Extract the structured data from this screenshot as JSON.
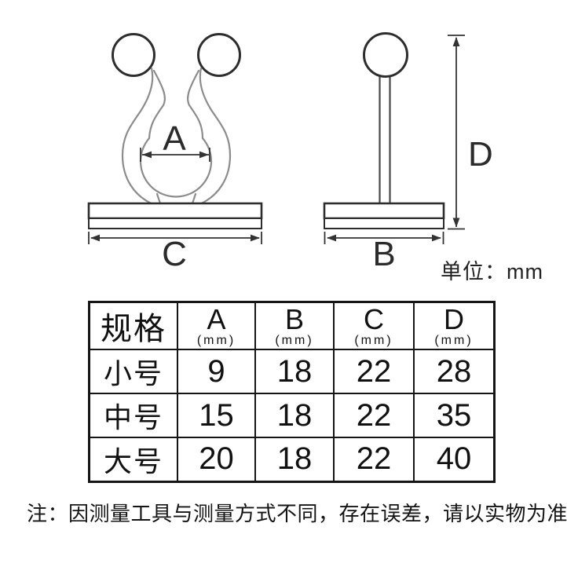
{
  "unit_label": "单位：mm",
  "note": "注：因测量工具与测量方式不同，存在误差，请以实物为准",
  "dims": {
    "A": "A",
    "B": "B",
    "C": "C",
    "D": "D"
  },
  "colors": {
    "ink": "#2d2d2d",
    "clip_line": "#8c8c8c",
    "dim_line": "#333333"
  },
  "table": {
    "header": {
      "spec": "规格",
      "cols": [
        {
          "letter": "A",
          "unit": "(mm)"
        },
        {
          "letter": "B",
          "unit": "(mm)"
        },
        {
          "letter": "C",
          "unit": "(mm)"
        },
        {
          "letter": "D",
          "unit": "(mm)"
        }
      ]
    },
    "rows": [
      {
        "label": "小号",
        "values": [
          9,
          18,
          22,
          28
        ]
      },
      {
        "label": "中号",
        "values": [
          15,
          18,
          22,
          35
        ]
      },
      {
        "label": "大号",
        "values": [
          20,
          18,
          22,
          40
        ]
      }
    ]
  },
  "chart_data": {
    "type": "table",
    "title": "规格尺寸表 (单位: mm)",
    "columns": [
      "规格",
      "A (mm)",
      "B (mm)",
      "C (mm)",
      "D (mm)"
    ],
    "rows": [
      [
        "小号",
        9,
        18,
        22,
        28
      ],
      [
        "中号",
        15,
        18,
        22,
        35
      ],
      [
        "大号",
        20,
        18,
        22,
        40
      ]
    ]
  }
}
